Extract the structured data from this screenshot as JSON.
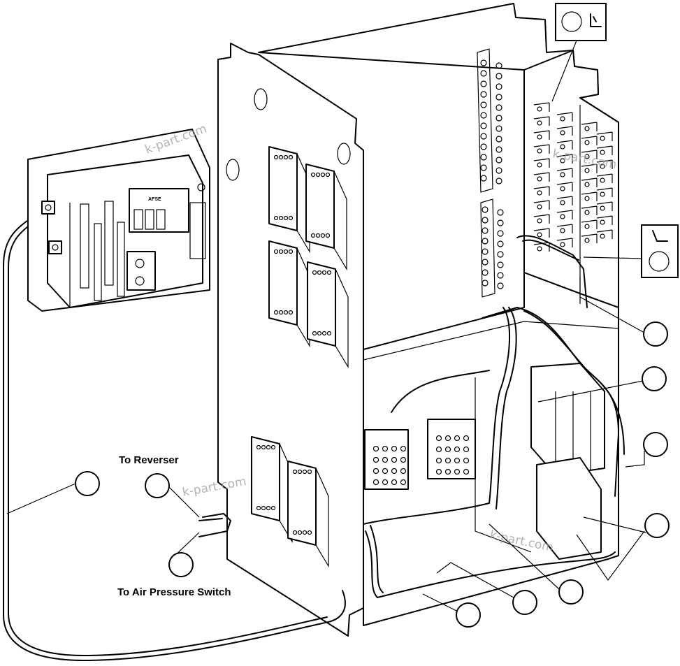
{
  "labels": {
    "to_reverser": "To Reverser",
    "to_air_pressure_switch": "To Air Pressure Switch",
    "fuse_block": "AFSE"
  },
  "watermarks": [
    "k-part.com",
    "k-part.com",
    "k-part.com",
    "k-part.com"
  ],
  "colors": {
    "line": "#000000",
    "background": "#ffffff",
    "watermark": "#9a9a9a"
  },
  "icons": {
    "detail_upper": "terminal-clip-icon",
    "detail_lower": "terminal-clip-icon"
  }
}
